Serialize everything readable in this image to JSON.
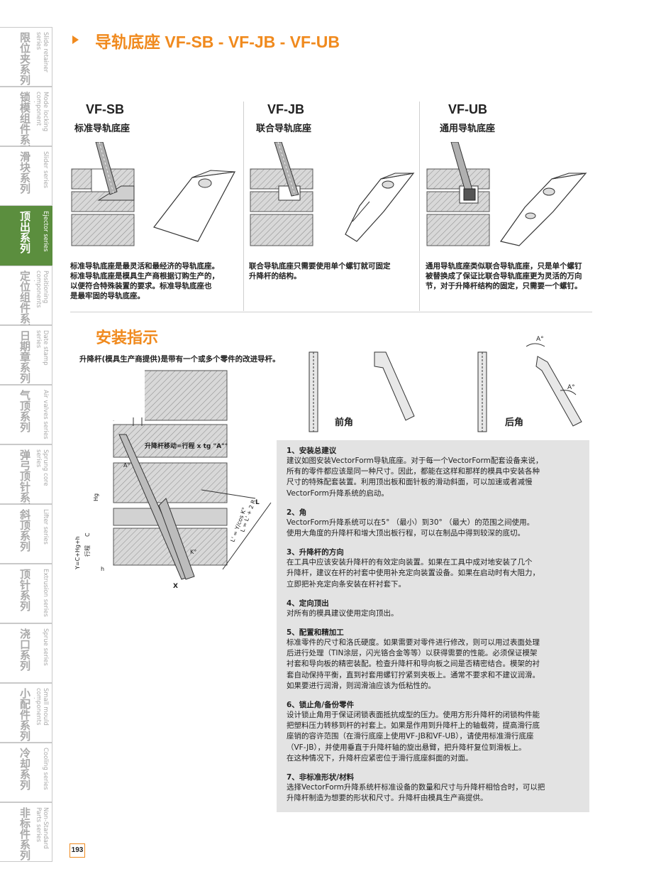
{
  "header": {
    "title": "导轨底座 VF-SB - VF-JB - VF-UB"
  },
  "sidebar": {
    "items": [
      {
        "zh": "限位夹系列",
        "en": "Slide retainer series"
      },
      {
        "zh": "锁模组件系列",
        "en": "Mode locking component series"
      },
      {
        "zh": "滑块系列",
        "en": "Slider series"
      },
      {
        "zh": "顶出系列",
        "en": "Ejector series"
      },
      {
        "zh": "定位组件系列",
        "en": "Positioning components series"
      },
      {
        "zh": "日期章系列",
        "en": "Date stamp series"
      },
      {
        "zh": "气顶系列",
        "en": "Air valves series"
      },
      {
        "zh": "弹弓顶针系列",
        "en": "Sprung core series"
      },
      {
        "zh": "斜顶系列",
        "en": "Lifter series"
      },
      {
        "zh": "顶针系列",
        "en": "Extrusion series"
      },
      {
        "zh": "浇口系列",
        "en": "Sprue series"
      },
      {
        "zh": "小配件系列",
        "en": "Small mould components series"
      },
      {
        "zh": "冷却系列",
        "en": "Cooling series"
      },
      {
        "zh": "非标件系列",
        "en": "Non-Standard Parts series"
      }
    ],
    "active_index": 3
  },
  "products": [
    {
      "code": "VF-SB",
      "name": "标准导轨底座",
      "desc": [
        "标准导轨底座是最灵活和最经济的导轨底座。",
        "标准导轨底座是模具生产商根据订购生产的，",
        "以便符合特殊装置的要求。标准导轨底座也",
        "是最牢固的导轨底座。"
      ]
    },
    {
      "code": "VF-JB",
      "name": "联合导轨底座",
      "desc": [
        "联合导轨底座只需要使用单个螺钉就可固定",
        "升降杆的结构。"
      ]
    },
    {
      "code": "VF-UB",
      "name": "通用导轨底座",
      "desc": [
        "通用导轨底座类似联合导轨底座，只是单个螺钉",
        "被替换成了保证比联合导轨底座更为灵活的万向",
        "节，对于升降杆结构的固定，只需要一个螺钉。"
      ]
    }
  ],
  "install": {
    "title": "安装指示",
    "note": "升降杆(模具生产商提供)是带有一个或多个零件的改进导杆。",
    "front_angle_label": "前角",
    "rear_angle_label": "后角",
    "angle_marker": "A°",
    "drawing": {
      "stroke_label": "升降杆移动=行程 x tg \"A\"°",
      "hg": "Hg",
      "y_formula": "Y=C+Hg+h",
      "c": "C",
      "stroke": "行程",
      "h": "h",
      "x": "X",
      "l_prime": "L' = Y/cos K°",
      "l_formula": "L = L' + 2 R",
      "l": "L",
      "a": "A°",
      "k": "K°"
    }
  },
  "notes": [
    {
      "head": "1、安装总建议",
      "body": [
        "建议如图安装VectorForm导轨底座。对于每一个VectorForm配套设备来说，",
        "所有的零件都应该是同一种尺寸。因此，都能在这样和那样的模具中安装各种",
        "尺寸的特殊配套装置。利用顶出板和面针板的滑动斜面，可以加速或者减慢",
        "VectorForm升降系统的启动。"
      ]
    },
    {
      "head": "2、角",
      "body": [
        "VectorForm升降系统可以在5° （最小）到30° （最大）的范围之间使用。",
        "使用大角度的升降杆和增大顶出板行程，可以在制品中得到较深的底切。"
      ]
    },
    {
      "head": "3、升降杆的方向",
      "body": [
        "在工具中应该安装升降杆的有效定向装置。如果在工具中成对地安装了几个",
        "升降杆，建议在杆的衬套中使用补充定向装置设备。如果在启动时有大阻力，",
        "立即把补充定向条安装在杆衬套下。"
      ]
    },
    {
      "head": "4、定向顶出",
      "body": [
        "对所有的模具建议使用定向顶出。"
      ]
    },
    {
      "head": "5、配置和精加工",
      "body": [
        "标准零件的尺寸和洛氏硬度。如果需要对零件进行修改，则可以用过表面处理",
        "后进行处理（TIN涂层，闪光铬合金等等）以获得需要的性能。必须保证模架",
        "衬套和导向板的精密装配。检查升降杆和导向板之间是否精密结合。模架的衬",
        "套自动保持平衡，直到衬套用螺钉拧紧到夹板上。通常不要求和不建议润滑。",
        "如果要进行润滑，则润滑油应该为低粘性的。"
      ]
    },
    {
      "head": "6、锁止角/备份零件",
      "body": [
        "设计锁止角用于保证闭锁表面抵抗成型的压力。使用方形升降杆的闭锁构件能",
        "把塑料压力转移到杆的衬套上。如果是作用到升降杆上的轴载荷，提高滑行底",
        "座销的容许范围（在滑行底座上使用VF-JB和VF-UB），请使用标准滑行底座",
        "（VF-JB），并使用垂直于升降杆轴的旋出悬臂，把升降杆复位到滑板上。",
        "在这种情况下，升降杆应紧密位于滑行底座斜面的对面。"
      ]
    },
    {
      "head": "7、非标准形状/材料",
      "body": [
        "选择VectorForm升降系统杆标准设备的数量和尺寸与升降杆相恰合时，可以把",
        "升降杆制造为想要的形状和尺寸。升降杆由模具生产商提供。"
      ]
    }
  ],
  "page_number": "193",
  "colors": {
    "accent": "#f08a1e",
    "active_tab": "#5b8e3e",
    "note_bg": "#e3e3e3"
  }
}
